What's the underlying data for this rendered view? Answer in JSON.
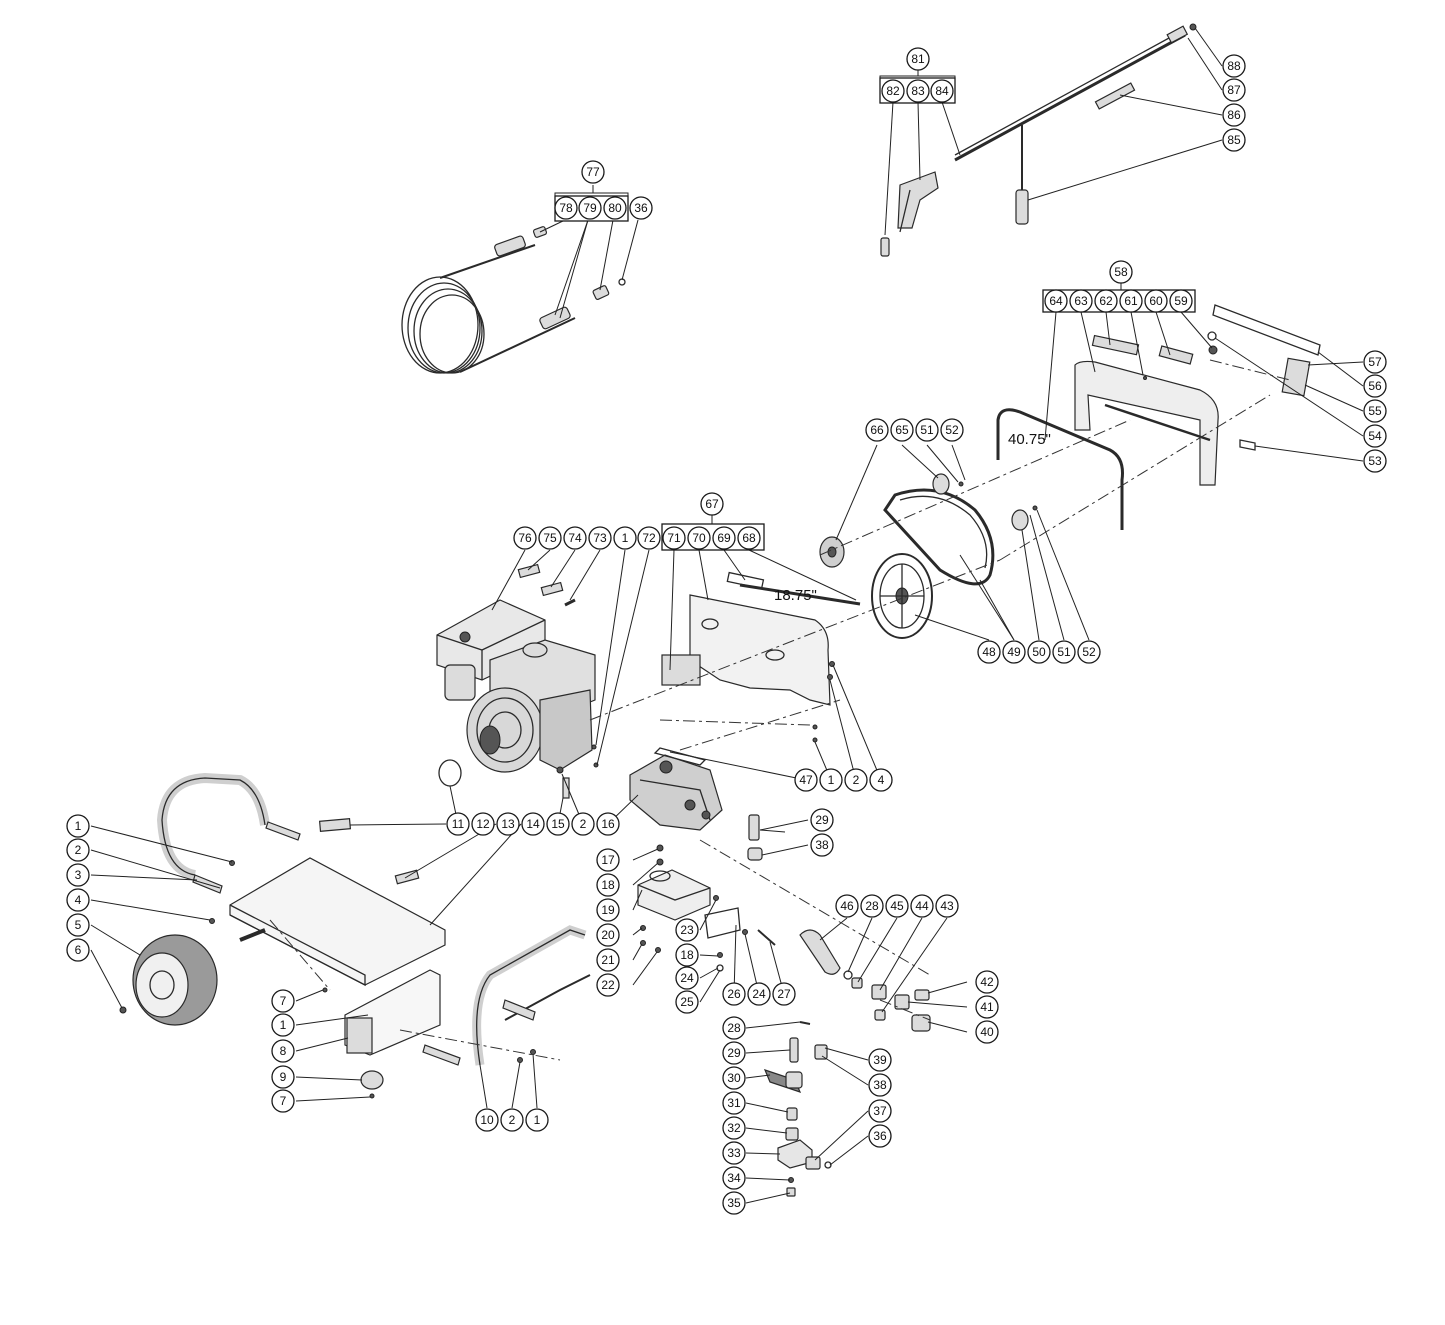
{
  "diagram": {
    "dimensions": {
      "pulley_shaft": "18.75\"",
      "frame_bar": "40.75\""
    },
    "callouts": {
      "spray_gun_kit": "81",
      "gun_handle": "82",
      "gun_trigger": "83",
      "wand": "84",
      "wand_grip": "85",
      "wand_label": "86",
      "nozzle_coupler": "87",
      "nozzle": "88",
      "hose_kit": "77",
      "hose_fitting_a": "78",
      "hose": "79",
      "hose_fitting_b": "80",
      "hose_oring": "36",
      "guard_kit": "58",
      "guard_frame_bar": "64",
      "guard_panel": "63",
      "guard_label_a": "62",
      "guard_screw": "61",
      "guard_label_b": "60",
      "guard_nut": "59",
      "guard_decal_a": "57",
      "guard_decal_b": "56",
      "guard_decal_c": "55",
      "guard_washer": "54",
      "guard_decal_d": "53",
      "pump_pulley": "66",
      "pump_pulley_bushing": "65",
      "pump_pulley_key": "51",
      "pump_pulley_screw": "52",
      "engine_pulley": "48",
      "belt": "49",
      "engine_bushing": "50",
      "engine_key": "51",
      "engine_screw": "52",
      "belt_guard_kit": "67",
      "belt_guard_decal_a": "71",
      "belt_guard_plate": "70",
      "belt_guard_shaft": "69",
      "belt_guard_label": "68",
      "engine_label_a": "76",
      "engine_label_b": "75",
      "engine_label_c": "74",
      "engine_key_label": "73",
      "engine_bolt_a": "1",
      "engine_bolt_b": "72",
      "engine_label_oval": "11",
      "engine": "12",
      "frame_label_a": "13",
      "frame_deck": "14",
      "engine_stud": "15",
      "engine_washer": "2",
      "pump": "16",
      "pump_label": "47",
      "plate_bolt": "1",
      "plate_washer": "2",
      "plate_nut": "4",
      "pump_fitting": "29",
      "pump_elbow": "38",
      "frame_bolt": "1",
      "frame_washer": "2",
      "frame_bracket": "3",
      "frame_nut": "4",
      "wheel": "5",
      "wheel_cap": "6",
      "base_screw_top": "7",
      "base_bolt": "1",
      "base_plate": "8",
      "base_foot": "9",
      "base_screw_bottom": "7",
      "handle": "10",
      "handle_washer": "2",
      "handle_bolt": "1",
      "pump_mount_nut": "17",
      "pump_mount_washer": "18",
      "pump_mount_base": "19",
      "pump_mount_bolt": "20",
      "pump_mount_spacer": "21",
      "pump_mount_screw": "22",
      "bracket_plate": "23",
      "bracket_washer": "18",
      "bracket_nut": "24",
      "bracket_lock": "25",
      "bracket_bolt": "26",
      "bracket_washer_b": "24",
      "bracket_rod": "27",
      "hose_outlet": "46",
      "outlet_clip": "28",
      "outlet_nipple": "45",
      "outlet_tee": "44",
      "outlet_oring": "43",
      "inlet_nipple": "42",
      "inlet_fitting": "41",
      "inlet_strainer": "40",
      "unloader_clip": "28",
      "unloader_fitting": "29",
      "unloader_valve": "30",
      "unloader_nipple": "31",
      "unloader_coupler": "32",
      "manifold": "33",
      "manifold_nipple": "34",
      "manifold_plug": "35",
      "unloader_elbow": "39",
      "unloader_tee": "38",
      "manifold_fitting": "37",
      "manifold_oring": "36"
    },
    "bracket_groups": {
      "spray_gun_kit_items": [
        "82",
        "83",
        "84"
      ],
      "hose_kit_items": [
        "78",
        "79",
        "80"
      ],
      "guard_kit_items": [
        "64",
        "63",
        "62",
        "61",
        "60",
        "59"
      ],
      "belt_guard_kit_items": [
        "71",
        "70",
        "69",
        "68"
      ]
    },
    "callout_rows": {
      "engine_row_top": [
        "76",
        "75",
        "74",
        "73",
        "1",
        "72"
      ],
      "engine_row_bottom": [
        "11",
        "12",
        "13",
        "14",
        "15",
        "2",
        "16"
      ],
      "pulley_row_bottom": [
        "48",
        "49",
        "50",
        "51",
        "52"
      ],
      "plate_row": [
        "47",
        "1",
        "2",
        "4"
      ],
      "pump_pulley_row": [
        "66",
        "65",
        "51",
        "52"
      ],
      "outlet_row": [
        "46",
        "28",
        "45",
        "44",
        "43"
      ],
      "bracket_row": [
        "26",
        "24",
        "27"
      ],
      "left_column": [
        "1",
        "2",
        "3",
        "4",
        "5",
        "6"
      ],
      "base_column": [
        "7",
        "1",
        "8",
        "9",
        "7"
      ],
      "handle_row": [
        "10",
        "2",
        "1"
      ],
      "pump_mount_column": [
        "17",
        "18",
        "19",
        "20",
        "21",
        "22"
      ],
      "bracket_column": [
        "23",
        "18",
        "24",
        "25"
      ],
      "unloader_column": [
        "28",
        "29",
        "30",
        "31",
        "32",
        "33",
        "34",
        "35"
      ],
      "unloader_right_column": [
        "39",
        "38",
        "37",
        "36"
      ],
      "inlet_column": [
        "42",
        "41",
        "40"
      ],
      "pump_fitting_column": [
        "29",
        "38"
      ],
      "wand_column": [
        "88",
        "87",
        "86",
        "85"
      ],
      "guard_right_column": [
        "57",
        "56",
        "55",
        "54",
        "53"
      ]
    }
  }
}
